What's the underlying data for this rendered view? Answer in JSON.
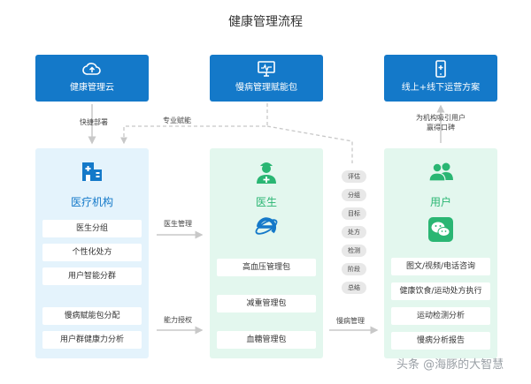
{
  "title": "健康管理流程",
  "top_boxes": [
    {
      "label": "健康管理云",
      "icon": "cloud-upload-icon"
    },
    {
      "label": "慢病管理赋能包",
      "icon": "monitor-icon"
    },
    {
      "label": "线上+线下运营方案",
      "icon": "phone-icon"
    }
  ],
  "notes": {
    "deploy": "快捷部署",
    "empower": "专业赋能",
    "attract_line1": "为机构吸引用户",
    "attract_line2": "赢得口碑"
  },
  "columns": [
    {
      "title": "医疗机构",
      "icon": "hospital-icon",
      "items": [
        "医生分组",
        "个性化处方",
        "用户智能分群",
        "慢病赋能包分配",
        "用户群健康力分析"
      ]
    },
    {
      "title": "医生",
      "icon": "doctor-icon",
      "sub_icon": "browser-e-icon",
      "items": [
        "高血压管理包",
        "减重管理包",
        "血糖管理包"
      ]
    },
    {
      "title": "用户",
      "icon": "users-icon",
      "sub_icon": "wechat-icon",
      "items": [
        "图文/视频/电话咨询",
        "健康饮食/运动处方执行",
        "运动检测分析",
        "慢病分析报告"
      ]
    }
  ],
  "arrows": {
    "doctor_manage": "医生管理",
    "power_grant": "能力授权",
    "chronic_manage": "慢病管理"
  },
  "steps": [
    "评估",
    "分组",
    "目标",
    "处方",
    "检测",
    "阶段",
    "总结"
  ],
  "watermark": "头条 @海豚的大智慧",
  "colors": {
    "primary": "#1479c9",
    "arrow": "#c8c8c8",
    "blue_bg": "#e4f3fc",
    "green_bg": "#e3f7ee",
    "green": "#2ab673"
  }
}
